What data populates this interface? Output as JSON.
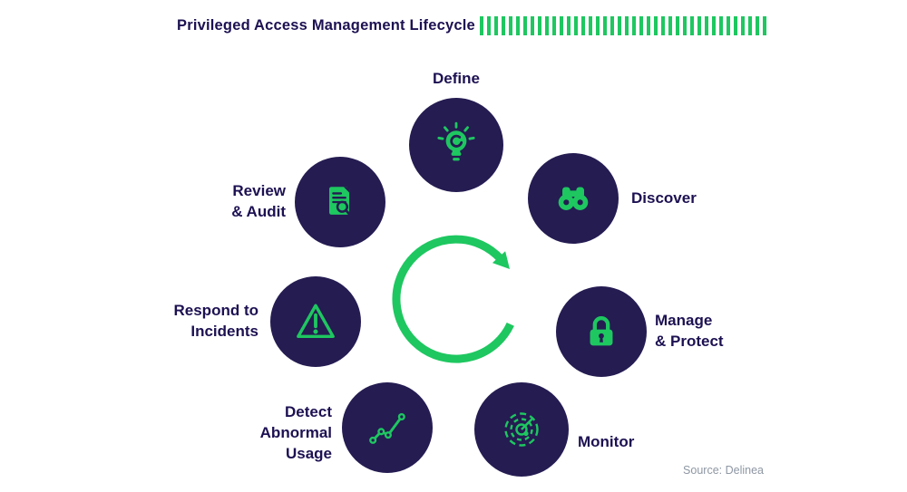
{
  "title": "Privileged Access Management Lifecycle",
  "source": "Source: Delinea",
  "colors": {
    "accent": "#1EC760",
    "navy": "#251C52",
    "title": "#1D1152",
    "source": "#8E97A3"
  },
  "decoration": {
    "top_bars": "green-dashed-bars"
  },
  "center": {
    "icon": "cycle-arrow-icon",
    "meaning": "continuous lifecycle loop"
  },
  "nodes": [
    {
      "id": "define",
      "label": "Define",
      "icon": "lightbulb-icon"
    },
    {
      "id": "discover",
      "label": "Discover",
      "icon": "binoculars-icon"
    },
    {
      "id": "manage-protect",
      "label": "Manage\n& Protect",
      "icon": "padlock-icon"
    },
    {
      "id": "monitor",
      "label": "Monitor",
      "icon": "radar-icon"
    },
    {
      "id": "detect-abnormal-usage",
      "label": "Detect\nAbnormal\nUsage",
      "icon": "trend-chart-icon"
    },
    {
      "id": "respond-to-incidents",
      "label": "Respond to\nIncidents",
      "icon": "warning-triangle-icon"
    },
    {
      "id": "review-audit",
      "label": "Review\n& Audit",
      "icon": "document-magnifier-icon"
    }
  ]
}
